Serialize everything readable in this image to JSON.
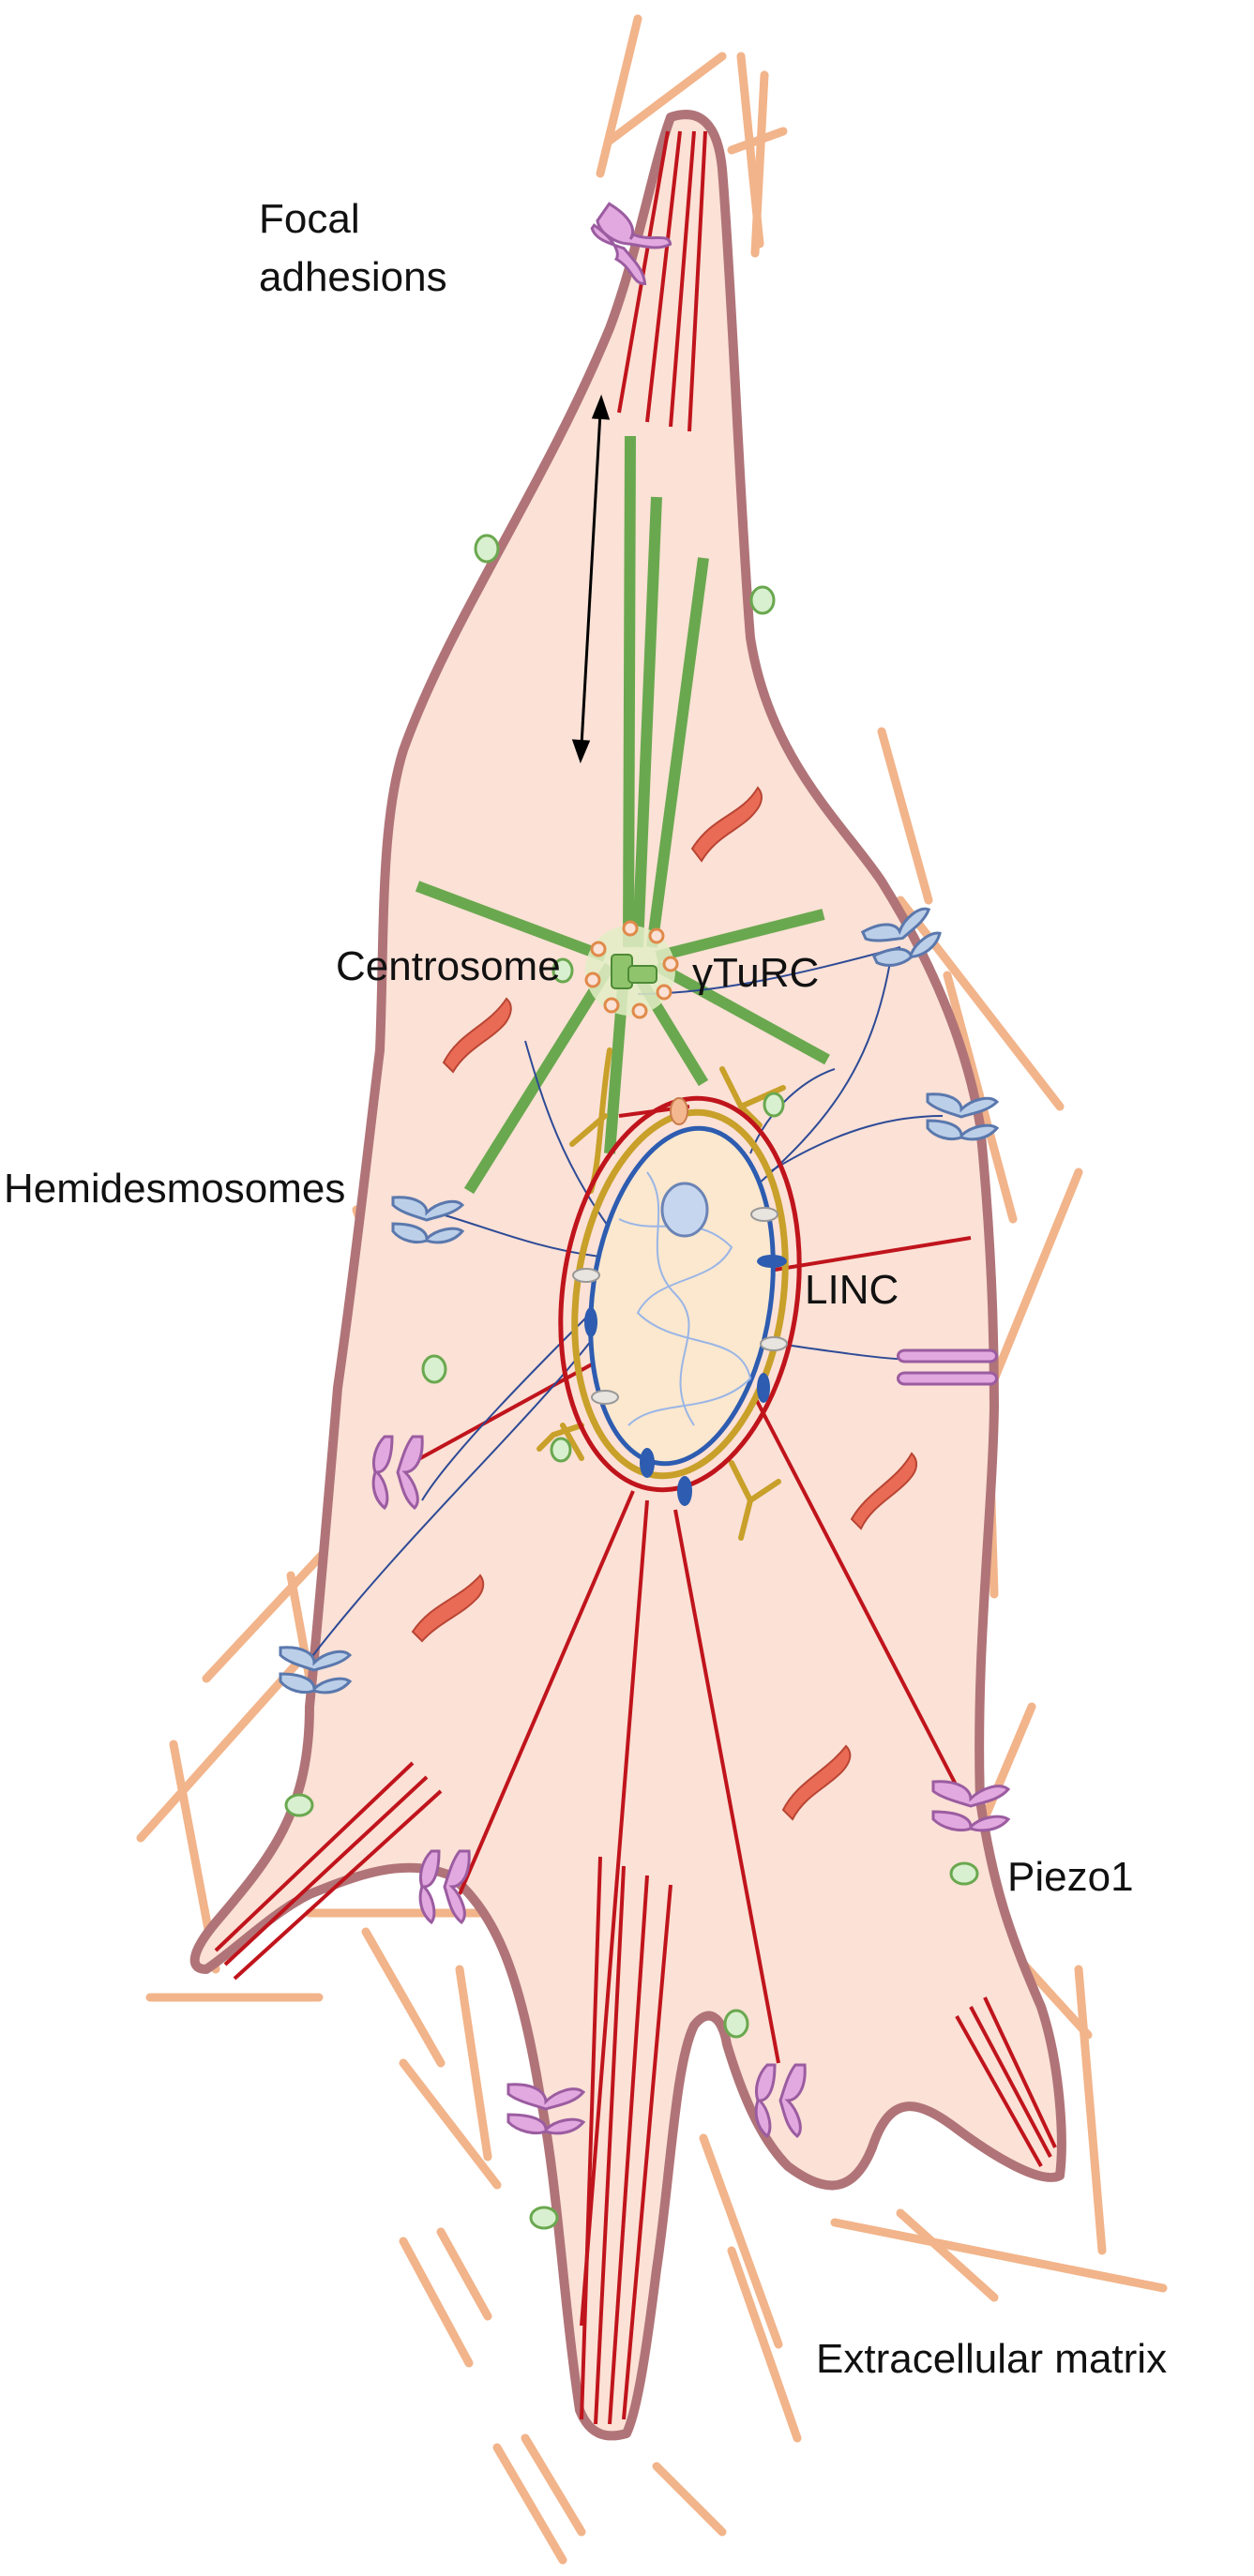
{
  "labels": {
    "focal_adhesions_line1": "Focal",
    "focal_adhesions_line2": "adhesions",
    "centrosome": "Centrosome",
    "gamma_turc": "γTuRC",
    "hemidesmosomes": "Hemidesmosomes",
    "linc": "LINC",
    "piezo1": "Piezo1",
    "extracellular_matrix": "Extracellular matrix"
  },
  "colors": {
    "cell_fill": "#fbe1d6",
    "cell_outline": "#b07478",
    "ecm_fiber": "#f2b48a",
    "actin": "#c0141c",
    "microtubule": "#6aa84f",
    "intermediate_filament": "#2d4a96",
    "nuclear_envelope": "#c8a02a",
    "nucleus_fill": "#fbe8cf",
    "nucleolus": "#c7d6ef",
    "focal_adhesion": "#e2a9e0",
    "hemidesmosome": "#bccfe9",
    "piezo_channel": "#d8f0cf",
    "mitochondria": "#ea6b55"
  }
}
